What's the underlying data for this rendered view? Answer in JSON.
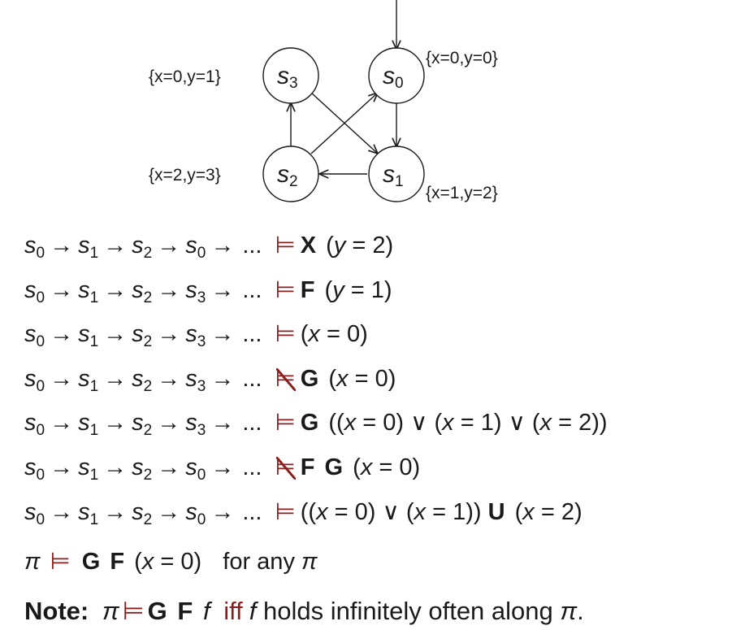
{
  "diagram": {
    "states": [
      {
        "id": "s3",
        "name": "s",
        "sub": "3",
        "valuation": "{x=0,y=1}"
      },
      {
        "id": "s0",
        "name": "s",
        "sub": "0",
        "valuation": "{x=0,y=0}"
      },
      {
        "id": "s2",
        "name": "s",
        "sub": "2",
        "valuation": "{x=2,y=3}"
      },
      {
        "id": "s1",
        "name": "s",
        "sub": "1",
        "valuation": "{x=1,y=2}"
      }
    ],
    "transitions": [
      "init->s0",
      "s0->s1",
      "s1->s2",
      "s2->s3",
      "s2->s0",
      "s3->s1"
    ]
  },
  "formulas": [
    {
      "path": [
        "s0",
        "s1",
        "s2",
        "s0"
      ],
      "dots": "...",
      "relation": "⊨",
      "negated": false,
      "formula": "X (y = 2)"
    },
    {
      "path": [
        "s0",
        "s1",
        "s2",
        "s3"
      ],
      "dots": "...",
      "relation": "⊨",
      "negated": false,
      "formula": "F (y = 1)"
    },
    {
      "path": [
        "s0",
        "s1",
        "s2",
        "s3"
      ],
      "dots": "...",
      "relation": "⊨",
      "negated": false,
      "formula": "(x = 0)"
    },
    {
      "path": [
        "s0",
        "s1",
        "s2",
        "s3"
      ],
      "dots": "...",
      "relation": "⊭",
      "negated": true,
      "formula": "G (x = 0)"
    },
    {
      "path": [
        "s0",
        "s1",
        "s2",
        "s3"
      ],
      "dots": "...",
      "relation": "⊨",
      "negated": false,
      "formula": "G ((x = 0) ∨ (x = 1) ∨ (x = 2))"
    },
    {
      "path": [
        "s0",
        "s1",
        "s2",
        "s0"
      ],
      "dots": "...",
      "relation": "⊭",
      "negated": true,
      "formula": "F G (x = 0)"
    },
    {
      "path": [
        "s0",
        "s1",
        "s2",
        "s0"
      ],
      "dots": "...",
      "relation": "⊨",
      "negated": false,
      "formula": "((x = 0) ∨ (x = 1)) U (x = 2)"
    }
  ],
  "any_path_line": {
    "pi": "π",
    "relation": "⊨",
    "formula": "G F (x = 0)",
    "suffix": "for any",
    "pi2": "π"
  },
  "note": {
    "label": "Note:",
    "pi": "π",
    "relation": "⊨",
    "formula": "G F f",
    "iff": "iff",
    "f": "f",
    "tail": "holds infinitely often along",
    "pi2": "π",
    "end": "."
  }
}
